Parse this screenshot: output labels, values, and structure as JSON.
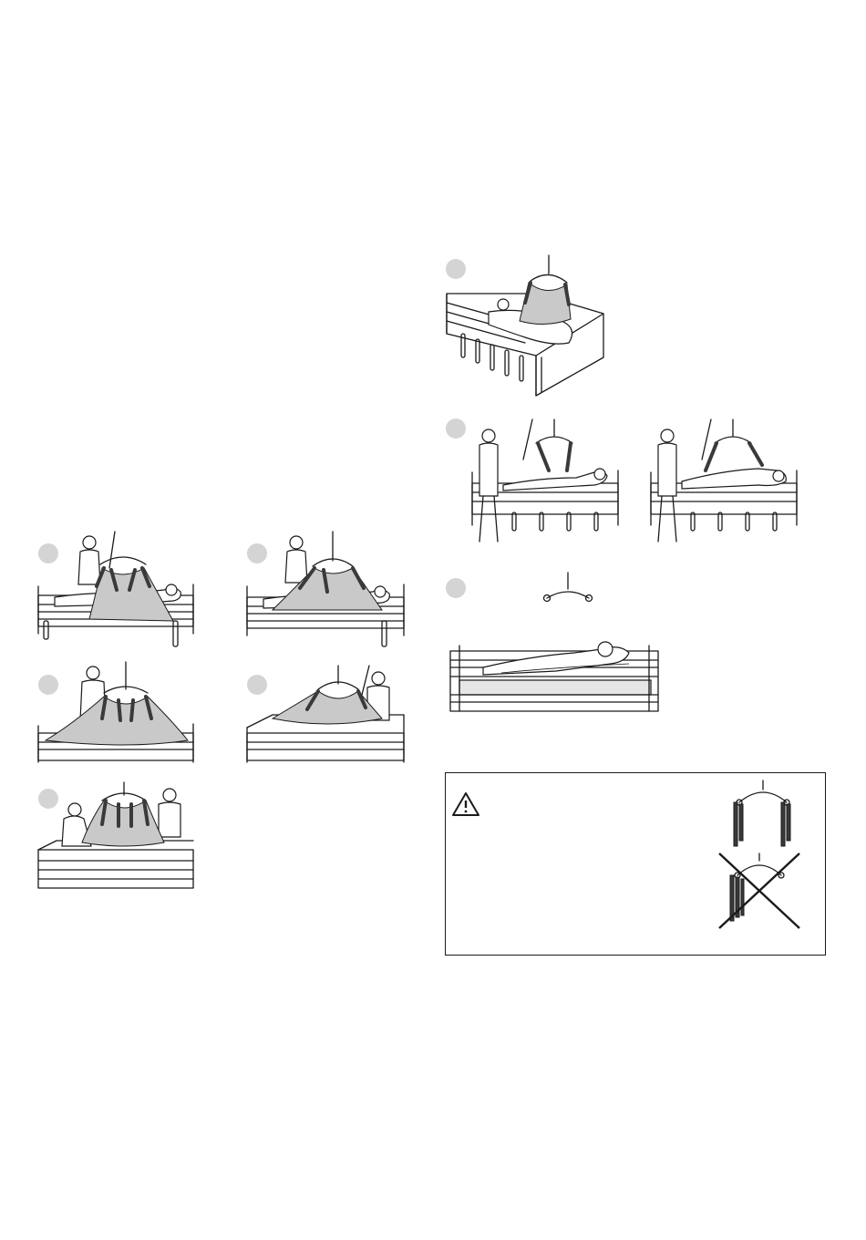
{
  "figures": {
    "left_column": [
      {
        "step": "",
        "icon": "caregiver-lifting-patient-with-sling-illustration"
      },
      {
        "step": "",
        "icon": "caregiver-positioning-sling-straps-illustration"
      },
      {
        "step": "",
        "icon": "sling-spread-over-bed-illustration"
      },
      {
        "step": "",
        "icon": "caregiver-operating-lift-remote-illustration"
      },
      {
        "step": "",
        "icon": "caregivers-removing-sling-illustration"
      }
    ],
    "right_column": [
      {
        "step": "",
        "icon": "patient-in-sling-in-bed-perspective-illustration"
      },
      {
        "step": "",
        "icon": "caregiver-raising-patient-side-views-illustration"
      },
      {
        "step": "",
        "icon": "spreader-bar-and-patient-lying-in-bed-illustration"
      }
    ]
  },
  "warning": {
    "icon": "warning-triangle-icon",
    "correct_icon": "correct-strap-attachment-icon",
    "incorrect_icon": "incorrect-strap-attachment-crossed-out-icon"
  },
  "colors": {
    "line": "#1a1a1a",
    "badge": "#d4d4d4",
    "sling": "#c9c9c9"
  }
}
